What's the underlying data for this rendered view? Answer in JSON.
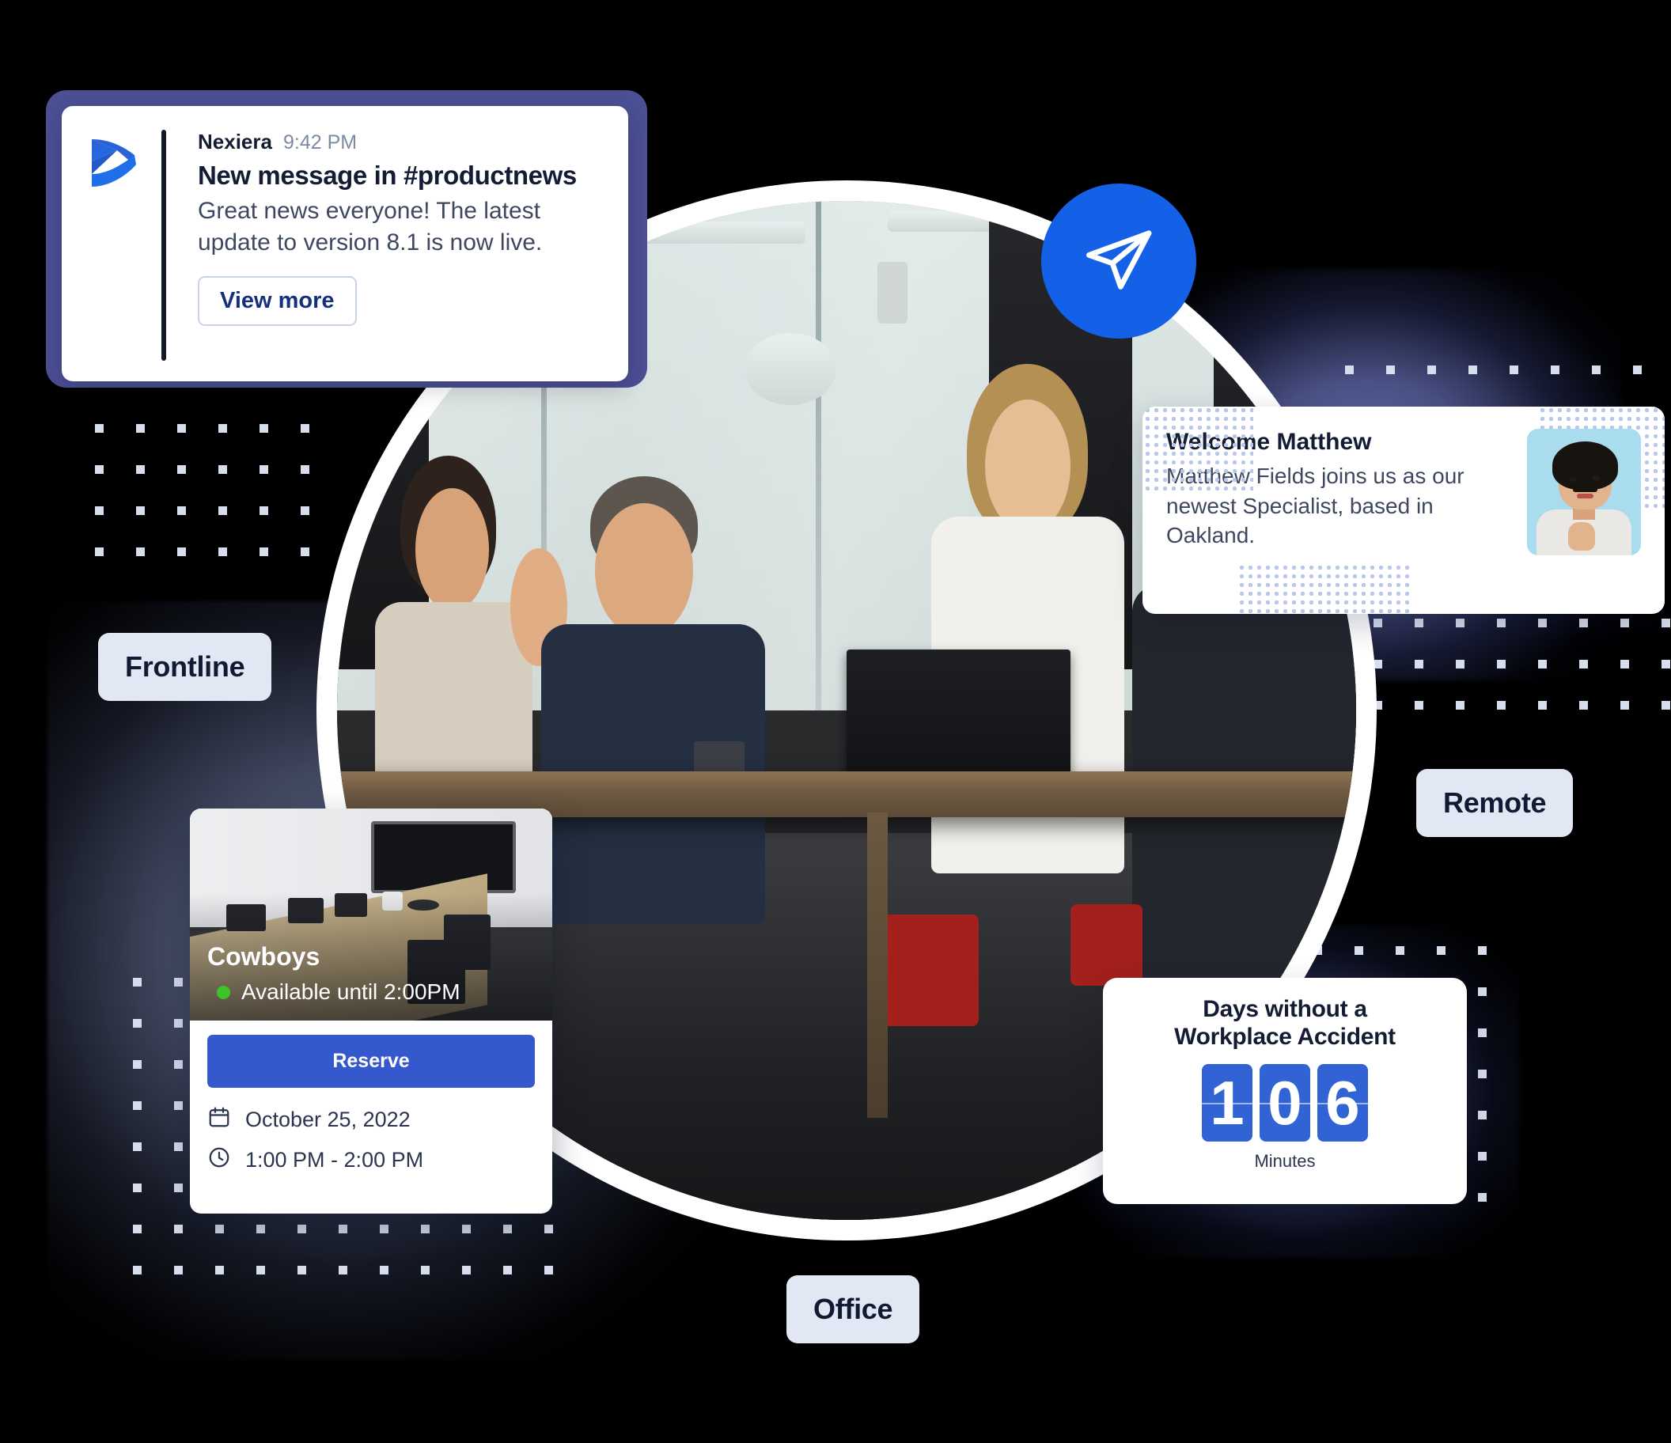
{
  "notification": {
    "app_name": "Nexiera",
    "timestamp": "9:42 PM",
    "title": "New message in #productnews",
    "body": "Great news everyone! The latest update to version 8.1 is now live.",
    "button_label": "View more",
    "logo_icon": "nexiera-chevron-logo",
    "accent_color": "#4b4f94"
  },
  "send_icon": {
    "name": "paper-plane-send-icon",
    "background_color": "#1461e8"
  },
  "welcome_card": {
    "title": "Welcome Matthew",
    "body": "Matthew Fields joins us as our newest Specialist, based in Oakland.",
    "avatar_name": "matthew-fields-avatar"
  },
  "room_card": {
    "room_name": "Cowboys",
    "status_text": "Available until 2:00PM",
    "status_color": "#3cc427",
    "reserve_button": "Reserve",
    "date": "October 25, 2022",
    "time_range": "1:00 PM - 2:00 PM",
    "date_icon": "calendar-icon",
    "time_icon": "clock-icon",
    "photo_alt": "conference-room-photo"
  },
  "counter_card": {
    "title_line1": "Days without a",
    "title_line2": "Workplace Accident",
    "digits": [
      "1",
      "0",
      "6"
    ],
    "unit_label": "Minutes",
    "digit_color": "#3163d4"
  },
  "pills": [
    {
      "label": "Frontline"
    },
    {
      "label": "Remote"
    },
    {
      "label": "Office"
    }
  ],
  "center_photo": {
    "alt": "team-meeting-photo"
  }
}
